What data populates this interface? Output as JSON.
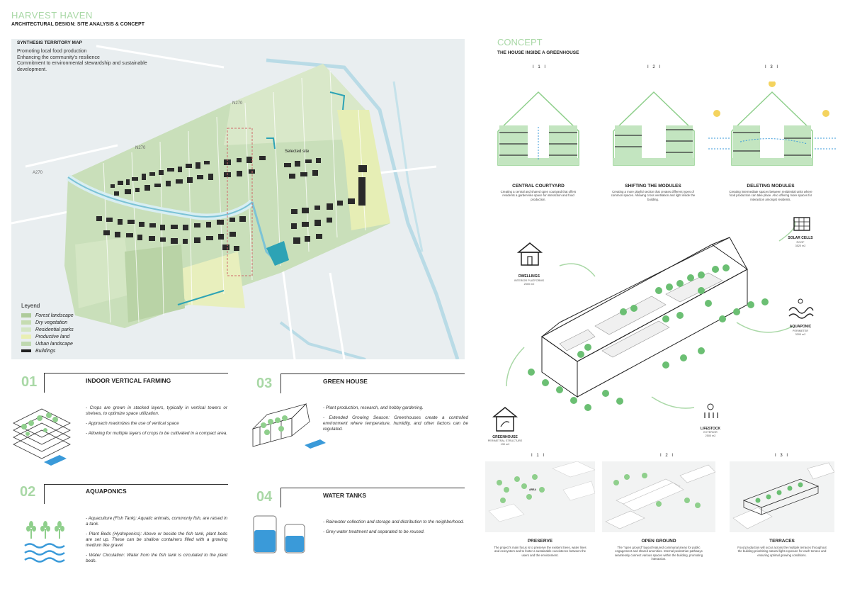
{
  "header": {
    "title": "HARVEST HAVEN",
    "subtitle": "ARCHITECTURAL DESIGN: SITE ANALYSIS & CONCEPT"
  },
  "map": {
    "caption": "SYNTHESIS TERRITORY MAP",
    "goals": [
      "Promoting local food production",
      "Enhancing the community's resilience",
      "Commitment to environmental stewardship and sustainable development."
    ],
    "selected_site": "Selected site",
    "legend_title": "Leyend",
    "legend": [
      {
        "label": "Forest landscape",
        "color": "#aecb9b"
      },
      {
        "label": "Dry vegetation",
        "color": "#c6dcb1"
      },
      {
        "label": "Residential parks",
        "color": "#d4e6c4"
      },
      {
        "label": "Productive land",
        "color": "#e9efb3"
      },
      {
        "label": "Urban landscape",
        "color": "#bfd8b0"
      },
      {
        "label": "Buildings",
        "color": "#222222"
      }
    ],
    "road_labels": [
      "N270",
      "A270",
      "N270"
    ]
  },
  "sections": [
    {
      "num": "01",
      "title": "INDOOR VERTICAL FARMING",
      "bullets": [
        "- Crops are grown in stacked layers, typically in vertical towers or shelves, to optimize space utilization.",
        "- Approach maximizes the use of vertical space",
        "- Allowing for multiple layers of crops to be cultivated in a compact area."
      ]
    },
    {
      "num": "02",
      "title": "AQUAPONICS",
      "bullets": [
        "- Aquaculture (Fish Tank): Aquatic animals, commonly fish, are raised in a tank.",
        "- Plant Beds (Hydroponics): Above or beside the fish tank, plant beds are set up. These can be shallow containers filled with a growing medium like gravel",
        "- Water Circulation: Water from the fish tank is circulated to the plant beds."
      ]
    },
    {
      "num": "03",
      "title": "GREEN HOUSE",
      "bullets": [
        "- Plant production, research, and hobby gardening.",
        "- Extended Growing Season: Greenhouses create a controlled environment where temperature, humidity, and other factors can be regulated."
      ]
    },
    {
      "num": "04",
      "title": "WATER TANKS",
      "bullets": [
        "- Rainwater collection and storage and distribution to the neighborhood.",
        "- Grey water treatment and separated to be reused."
      ]
    }
  ],
  "concept": {
    "title": "CONCEPT",
    "subtitle": "THE HOUSE INSIDE A GREENHOUSE",
    "steps": [
      {
        "num": "I 1 I",
        "caption": "CENTRAL COURTYARD",
        "text": "Creating a central and shared open courtyard that offers residents a garden-like space for interaction and food production."
      },
      {
        "num": "I 2 I",
        "caption": "SHIFTING THE MODULES",
        "text": "Creating a more playful section that creates different types of common spaces. Allowing cross ventilation and light inside the building."
      },
      {
        "num": "I 3 I",
        "caption": "DELETING MODULES",
        "text": "Creating intermediate spaces between residential units where food production can take place. Also offering more spaces for interaction amongst residents."
      }
    ],
    "nodes": [
      {
        "title": "DWELLINGS",
        "sub1": "INTERIOR PLATFORMS",
        "sub2": "2500 m2"
      },
      {
        "title": "SOLAR CELLS",
        "sub1": "ROOF",
        "sub2": "3520 m2"
      },
      {
        "title": "AQUAPONIC",
        "sub1": "PERIMETER",
        "sub2": "3200 m2"
      },
      {
        "title": "GREENHOUSE",
        "sub1": "PERIMETRAL STRUCTURE",
        "sub2": "130 m2"
      },
      {
        "title": "LIFESTOCK",
        "sub1": "EXTERIOR",
        "sub2": "2500 m2"
      }
    ],
    "phases": [
      {
        "num": "I 1 I",
        "caption": "PRESERVE",
        "text": "The project's main focus is to preserve the existent trees, water lines and ecosystem and to foster a sustainable coexistence between the users and the environment.",
        "tag": "AREA"
      },
      {
        "num": "I 2 I",
        "caption": "OPEN GROUND",
        "text": "The \"open ground\" layout featured communal areas for public engagement and shared amenities. Internal pedestrian pathways seamlessly connect various spaces within the building, promoting interaction."
      },
      {
        "num": "I 3 I",
        "caption": "TERRACES",
        "text": "Food production will occur across the multiple terraces throughout the building prioritizing natural light exposure for each terrace and ensuring optimal growing conditions."
      }
    ]
  },
  "colors": {
    "accent": "#a9d8a6",
    "water": "#3a9ad9",
    "map_bg": "#e9eef0"
  }
}
